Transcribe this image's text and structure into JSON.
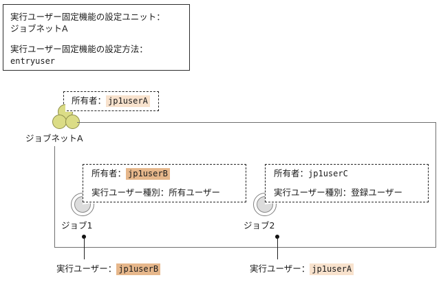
{
  "info_box": {
    "line1": "実行ユーザー固定機能の設定ユニット：",
    "line2": "ジョブネットA",
    "line3": "実行ユーザー固定機能の設定方法：",
    "line4": "entryuser"
  },
  "jobnet": {
    "name_label": "ジョブネットA",
    "icon": "jobnet-icon",
    "owner_box": {
      "owner_label": "所有者：",
      "owner_value": "jp1userA",
      "owner_highlight": "#f8e2cd"
    }
  },
  "jobs": [
    {
      "name_label": "ジョブ1",
      "icon": "job-icon",
      "owner_label": "所有者：",
      "owner_value": "jp1userB",
      "owner_highlight": "#e6b78b",
      "exec_type_label": "実行ユーザー種別：所有ユーザー",
      "result_label": "実行ユーザー：",
      "result_value": "jp1userB",
      "result_highlight": "#e6b78b"
    },
    {
      "name_label": "ジョブ2",
      "icon": "job-icon",
      "owner_label": "所有者：",
      "owner_value": "jp1userC",
      "owner_highlight": "none",
      "exec_type_label": "実行ユーザー種別：登録ユーザー",
      "result_label": "実行ユーザー：",
      "result_value": "jp1userA",
      "result_highlight": "#f8e2cd"
    }
  ],
  "colors": {
    "jobnet_fill": "#dbdc86",
    "jobnet_stroke": "#8d8e4a",
    "job_fill": "#dcdcdc",
    "job_stroke": "#8a8a8a",
    "line": "#6e6e6e",
    "border": "#232323"
  }
}
